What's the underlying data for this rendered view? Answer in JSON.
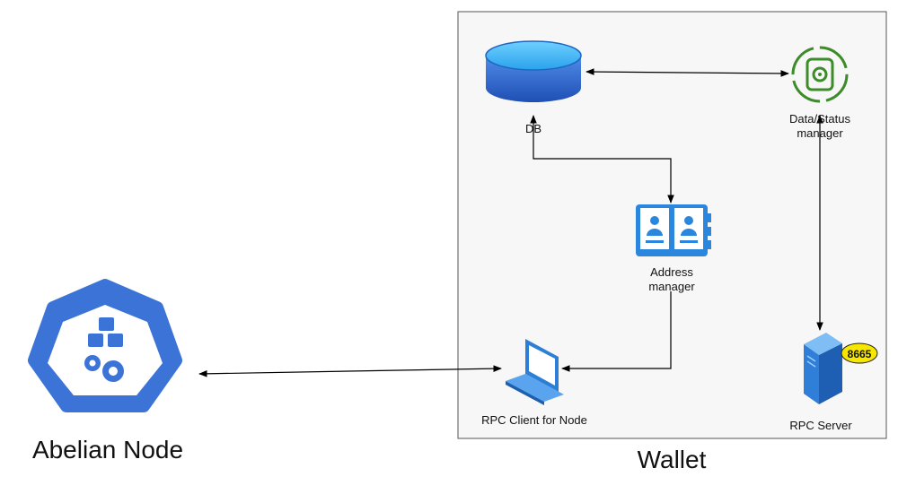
{
  "diagram": {
    "node": {
      "label": "Abelian Node"
    },
    "wallet": {
      "label": "Wallet",
      "db": {
        "label": "DB"
      },
      "data_status_manager": {
        "line1": "Data/Status",
        "line2": "manager"
      },
      "address_manager": {
        "line1": "Address",
        "line2": "manager"
      },
      "rpc_client": {
        "label": "RPC Client for Node"
      },
      "rpc_server": {
        "label": "RPC Server",
        "port_badge": "8665"
      }
    }
  },
  "colors": {
    "k8s_blue": "#3b74d6",
    "db_blue": "#2a62c9",
    "manager_green": "#3d8c2a",
    "address_blue": "#2b86de",
    "laptop_blue": "#2d7fd6",
    "server_blue": "#2f7fd8",
    "badge_yellow": "#f6e600",
    "wallet_border": "#555555",
    "wallet_fill": "#f7f7f7"
  }
}
